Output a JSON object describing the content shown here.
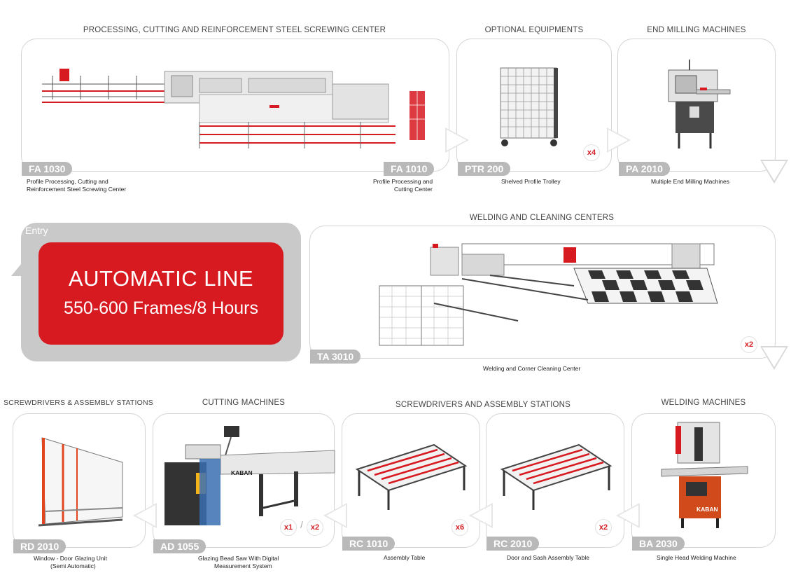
{
  "sections": {
    "processing": "PROCESSING, CUTTING AND REINFORCEMENT STEEL SCREWING CENTER",
    "optional": "OPTIONAL EQUIPMENTS",
    "end_milling": "END MILLING MACHINES",
    "welding_cleaning": "WELDING AND CLEANING CENTERS",
    "screwdrivers_left": "SCREWDRIVERS & ASSEMBLY STATIONS",
    "cutting": "CUTTING MACHINES",
    "screwdrivers_mid": "SCREWDRIVERS AND ASSEMBLY STATIONS",
    "welding": "WELDING MACHINES"
  },
  "entry": {
    "label": "Entry",
    "title": "AUTOMATIC LINE",
    "subtitle": "550-600 Frames/8 Hours"
  },
  "machines": {
    "fa1030": {
      "code": "FA 1030",
      "desc1": "Profile Processing, Cutting and",
      "desc2": "Reinforcement Steel Screwing Center"
    },
    "fa1010": {
      "code": "FA 1010",
      "desc1": "Profile Processing and",
      "desc2": "Cutting Center"
    },
    "ptr200": {
      "code": "PTR 200",
      "desc1": "Shelved Profile Trolley",
      "mult": "x4"
    },
    "pa2010": {
      "code": "PA 2010",
      "desc1": "Multiple End Milling Machines"
    },
    "ta3010": {
      "code": "TA 3010",
      "desc1": "Welding and Corner Cleaning Center",
      "mult": "x2"
    },
    "rd2010": {
      "code": "RD 2010",
      "desc1": "Window - Door Glazing Unit",
      "desc2": "(Semi Automatic)"
    },
    "ad1055": {
      "code": "AD 1055",
      "desc1": "Glazing Bead Saw With Digital",
      "desc2": "Measurement System",
      "mult1": "x1",
      "mult2": "x2",
      "brand": "KABAN"
    },
    "rc1010": {
      "code": "RC 1010",
      "desc1": "Assembly Table",
      "mult": "x6"
    },
    "rc2010": {
      "code": "RC 2010",
      "desc1": "Door and Sash Assembly Table",
      "mult": "x2"
    },
    "ba2030": {
      "code": "BA 2030",
      "desc1": "Single Head Welding Machine",
      "brand": "KABAN"
    }
  },
  "colors": {
    "accent": "#d71920",
    "panel_border": "#d4d4d4",
    "tag": "#b9b9b9",
    "entry_frame": "#c9c9c9"
  },
  "icons": [
    "arrow-right-icon",
    "arrow-down-icon",
    "arrow-left-icon",
    "entry-arrow-icon"
  ]
}
